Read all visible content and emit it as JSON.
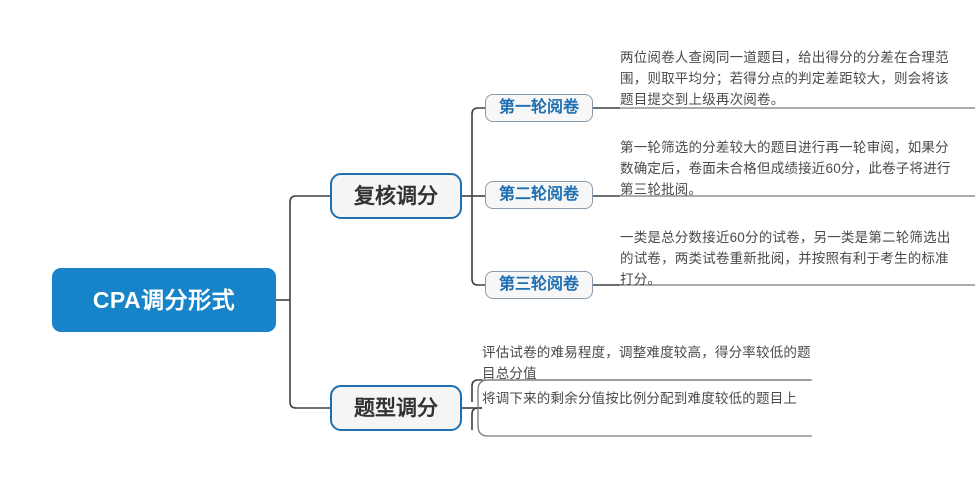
{
  "diagram": {
    "type": "mind-map",
    "title": "CPA调分形式",
    "accent_color": "#1783c8",
    "branch_border_color": "#1f6fb2",
    "leaf_border_color": "#8a9aa8",
    "leaf_text_color": "#4a4a4a",
    "root": {
      "label": "CPA调分形式"
    },
    "branches": [
      {
        "label": "复核调分",
        "rounds": [
          {
            "label": "第一轮阅卷",
            "description": "两位阅卷人查阅同一道题目，给出得分的分差在合理范围，则取平均分；若得分点的判定差距较大，则会将该题目提交到上级再次阅卷。"
          },
          {
            "label": "第二轮阅卷",
            "description": "第一轮筛选的分差较大的题目进行再一轮审阅，如果分数确定后，卷面未合格但成绩接近60分，此卷子将进行第三轮批阅。"
          },
          {
            "label": "第三轮阅卷",
            "description": "一类是总分数接近60分的试卷，另一类是第二轮筛选出的试卷，两类试卷重新批阅，并按照有利于考生的标准打分。"
          }
        ]
      },
      {
        "label": "题型调分",
        "notes": [
          "评估试卷的难易程度，调整难度较高，得分率较低的题目总分值",
          "将调下来的剩余分值按比例分配到难度较低的题目上"
        ]
      }
    ]
  }
}
